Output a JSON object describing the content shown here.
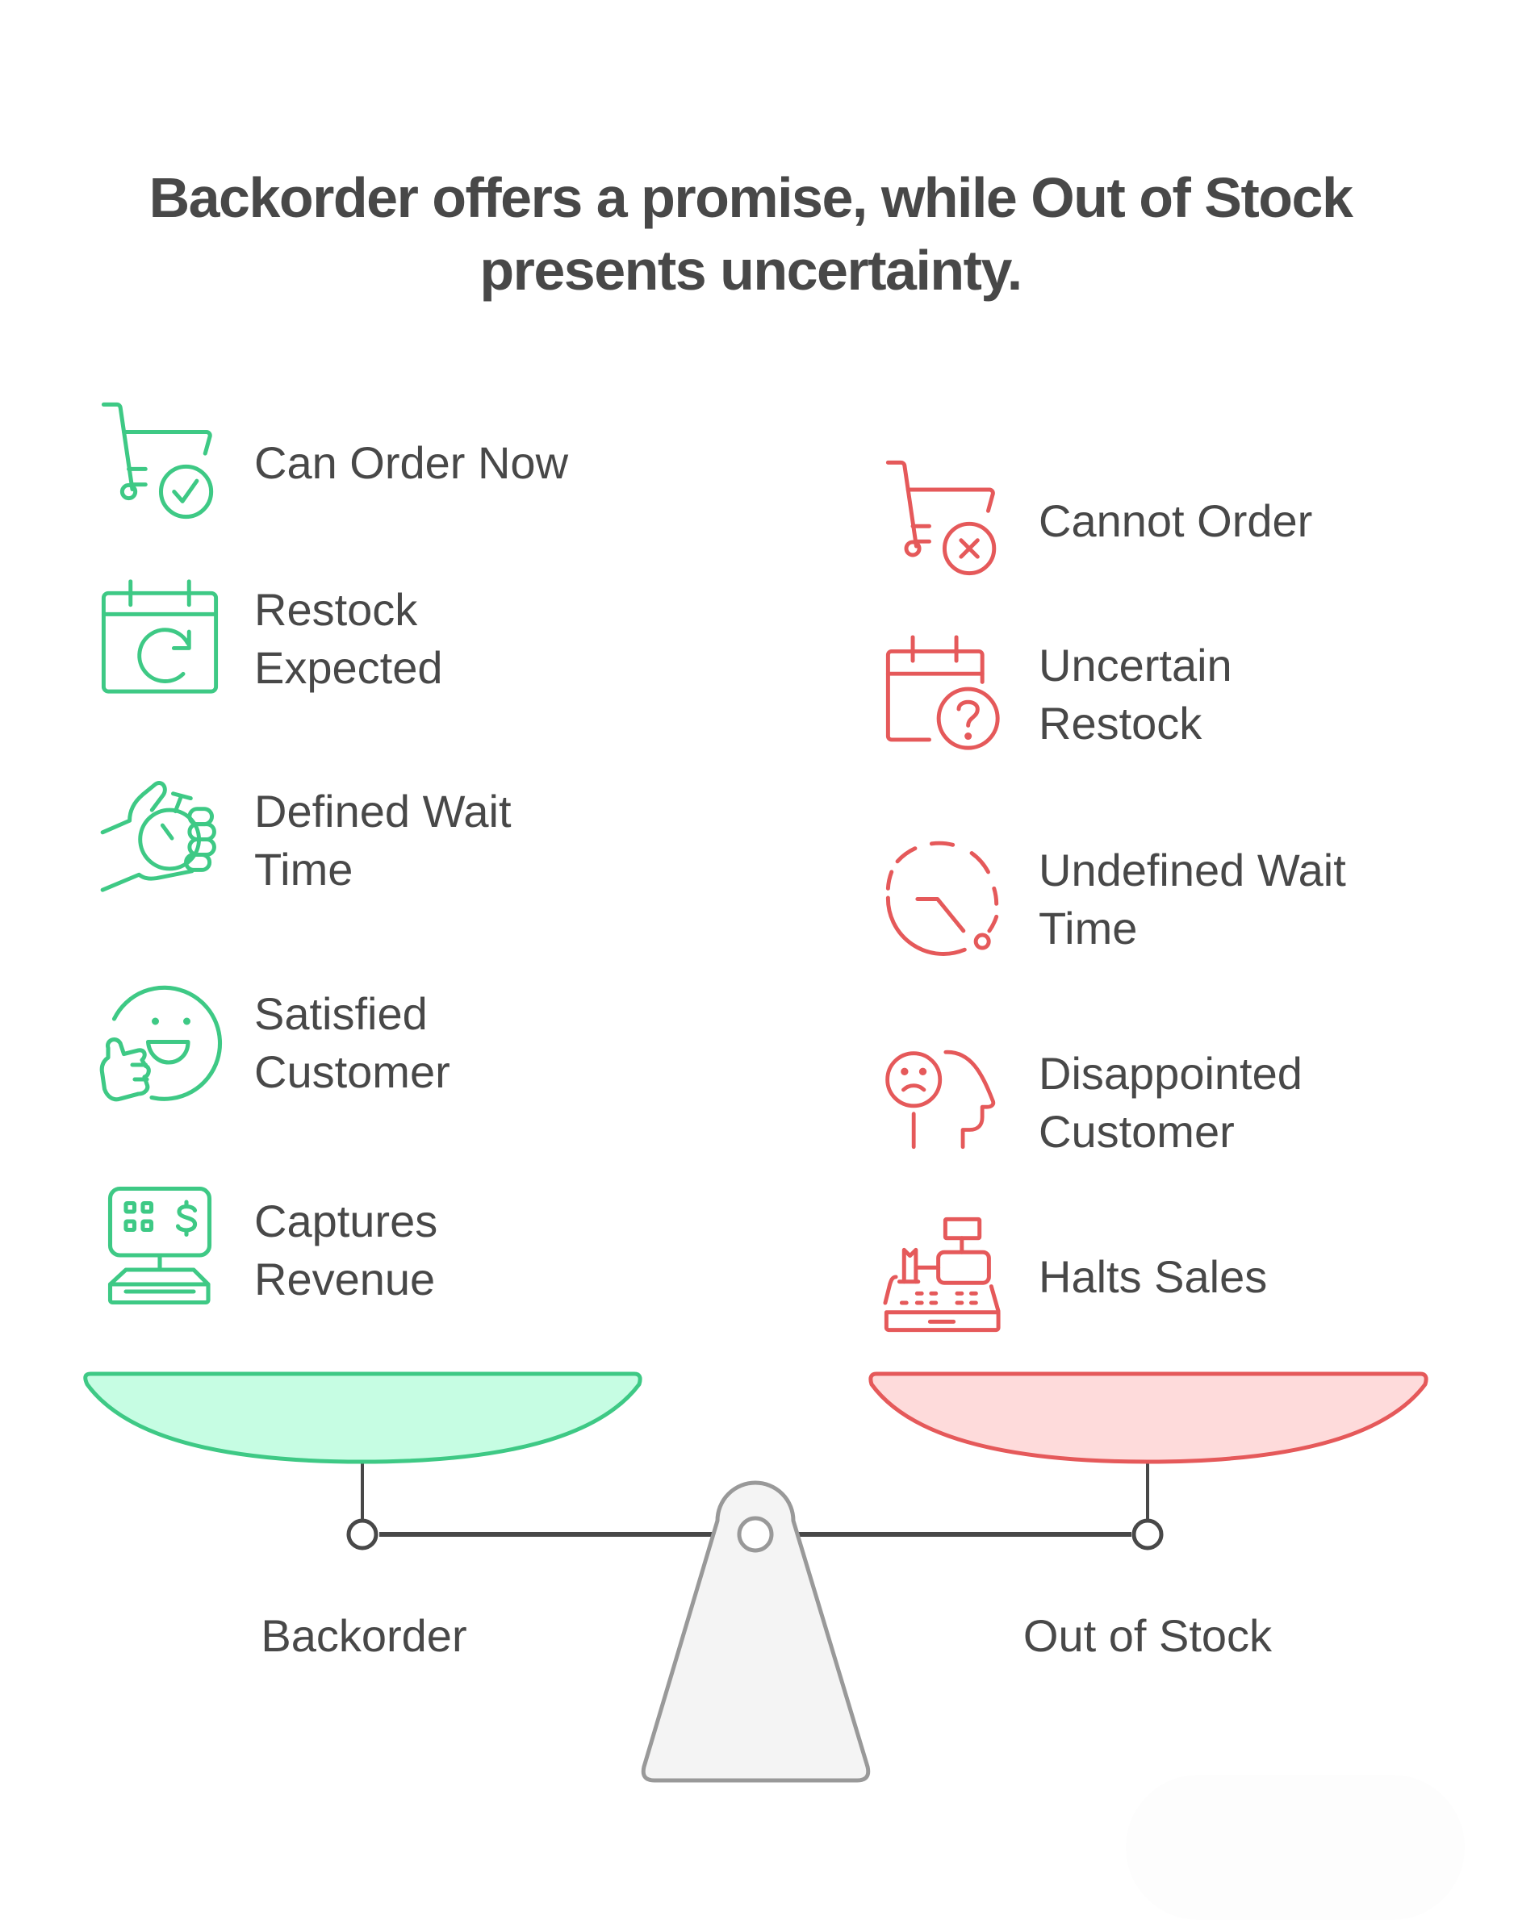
{
  "title": {
    "line1": "Backorder offers a promise, while Out of Stock",
    "line2": "presents uncertainty."
  },
  "colors": {
    "text": "#484848",
    "backorder_accent": "#3ec985",
    "backorder_fill": "#c6fde3",
    "out_of_stock_accent": "#e5595a",
    "out_of_stock_fill": "#fedbdb",
    "beam": "#484848",
    "fulcrum_stroke": "#999999",
    "fulcrum_fill": "#f4f4f4"
  },
  "backorder": {
    "label": "Backorder",
    "items": [
      {
        "icon": "cart-check-icon",
        "lines": [
          "Can Order Now"
        ]
      },
      {
        "icon": "calendar-refresh-icon",
        "lines": [
          "Restock",
          "Expected"
        ]
      },
      {
        "icon": "hand-stopwatch-icon",
        "lines": [
          "Defined Wait",
          "Time"
        ]
      },
      {
        "icon": "smiley-thumbs-up-icon",
        "lines": [
          "Satisfied",
          "Customer"
        ]
      },
      {
        "icon": "pos-terminal-dollar-icon",
        "lines": [
          "Captures",
          "Revenue"
        ]
      }
    ]
  },
  "out_of_stock": {
    "label": "Out of Stock",
    "items": [
      {
        "icon": "cart-x-icon",
        "lines": [
          "Cannot Order"
        ]
      },
      {
        "icon": "calendar-question-icon",
        "lines": [
          "Uncertain",
          "Restock"
        ]
      },
      {
        "icon": "dashed-clock-icon",
        "lines": [
          "Undefined Wait",
          "Time"
        ]
      },
      {
        "icon": "sad-head-icon",
        "lines": [
          "Disappointed",
          "Customer"
        ]
      },
      {
        "icon": "cash-register-icon",
        "lines": [
          "Halts Sales"
        ]
      }
    ]
  }
}
